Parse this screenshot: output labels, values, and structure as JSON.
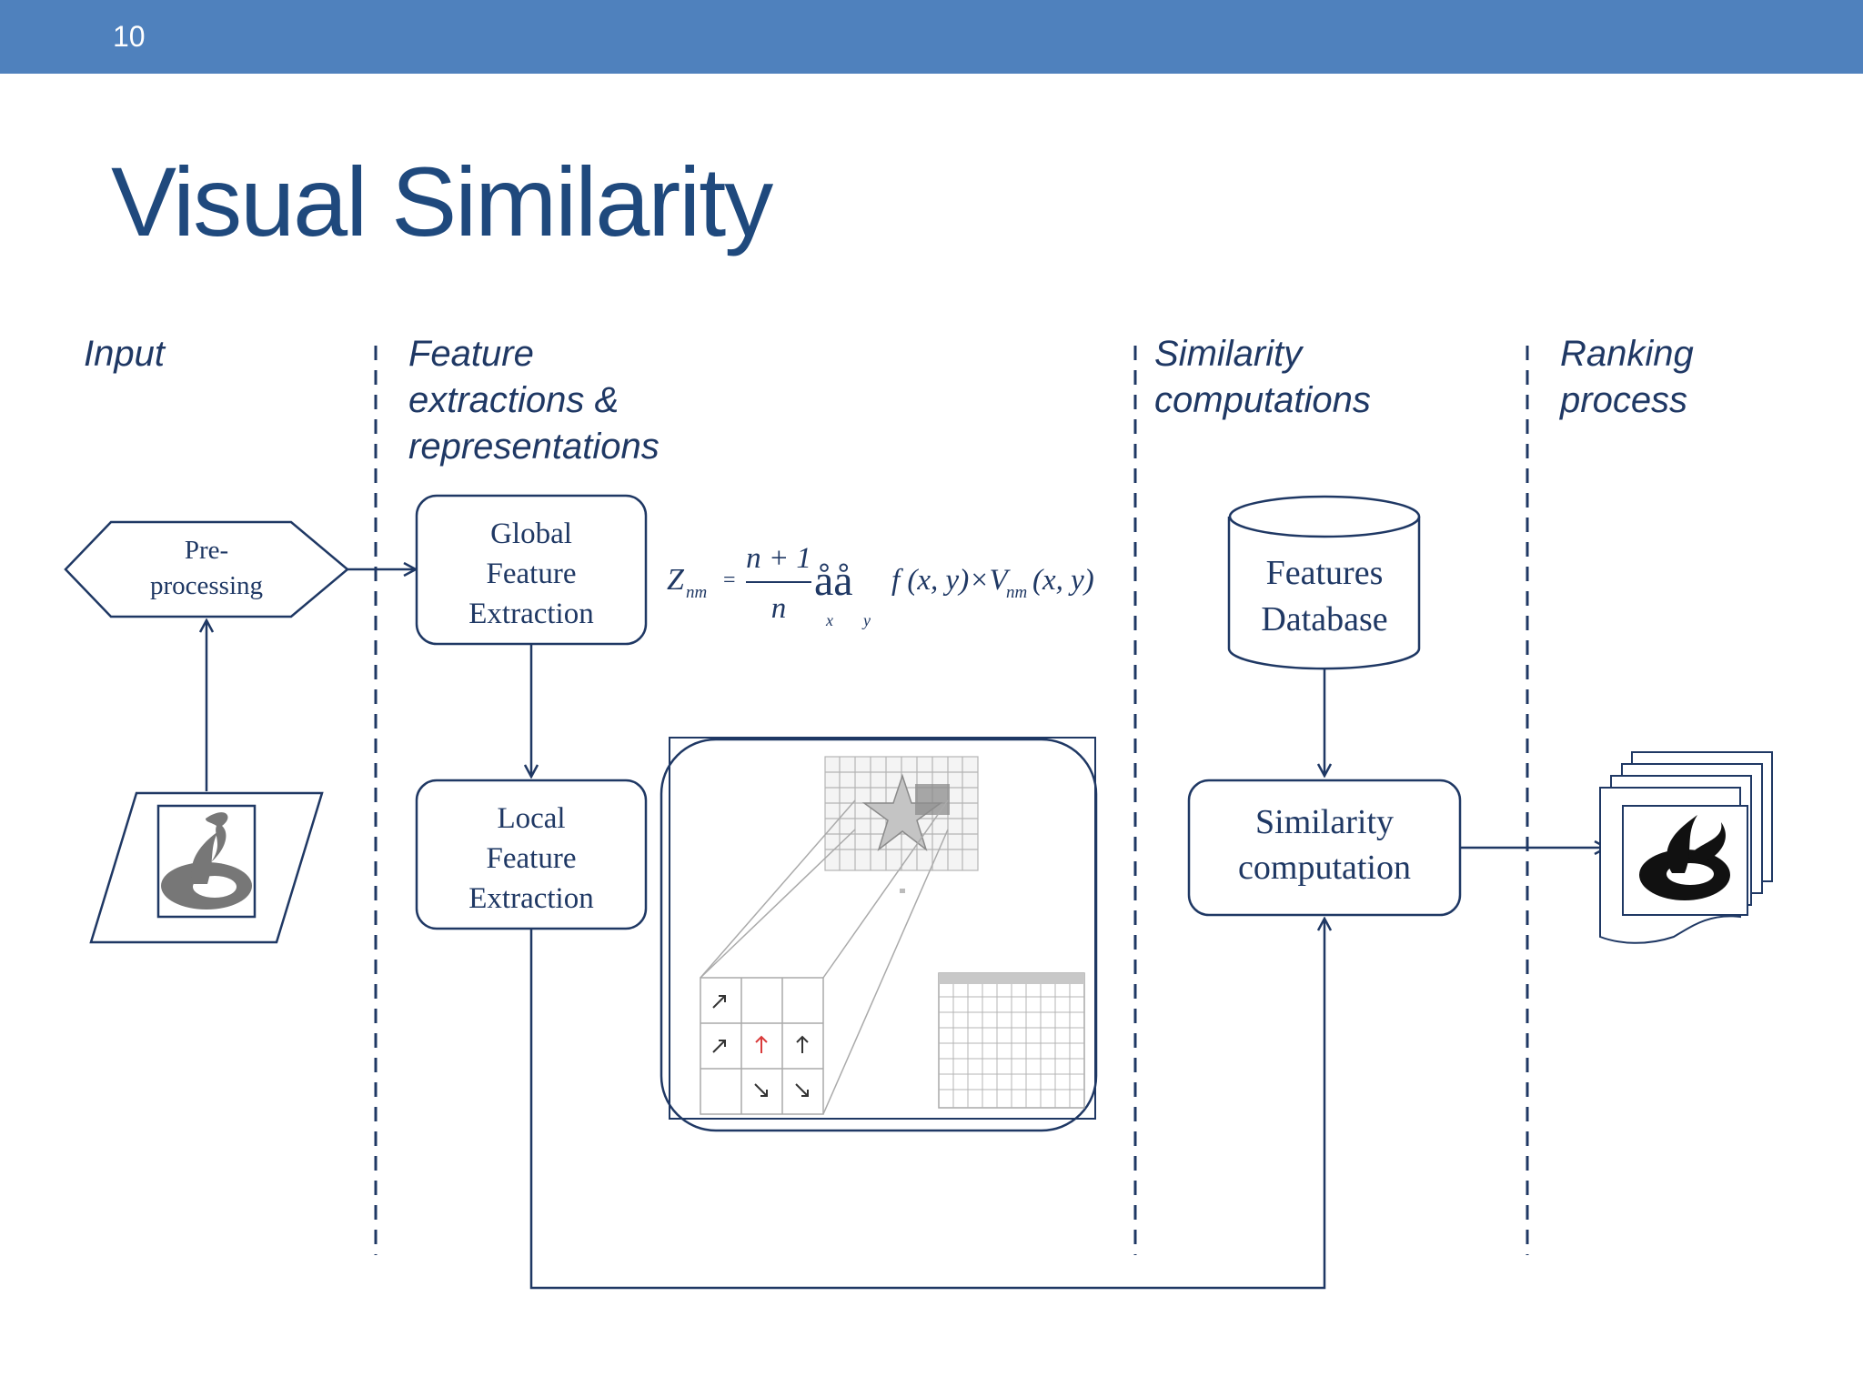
{
  "slide": {
    "number": "10",
    "title": "Visual Similarity"
  },
  "columns": [
    {
      "lines": [
        "Input"
      ]
    },
    {
      "lines": [
        "Feature",
        "extractions &",
        "representations"
      ]
    },
    {
      "lines": [
        "Similarity",
        "computations"
      ]
    },
    {
      "lines": [
        "Ranking",
        "process"
      ]
    }
  ],
  "nodes": {
    "preprocessing": [
      "Pre-",
      "processing"
    ],
    "global_feature": [
      "Global",
      "Feature",
      "Extraction"
    ],
    "local_feature": [
      "Local",
      "Feature",
      "Extraction"
    ],
    "features_db": [
      "Features",
      "Database"
    ],
    "similarity": [
      "Similarity",
      "computation"
    ]
  },
  "formula": {
    "lhs": "Z",
    "lhs_sub": "nm",
    "eq": "=",
    "num": "n + 1",
    "den": "n",
    "sums": "åå",
    "sum_sub_x": "x",
    "sum_sub_y": "y",
    "body1": "f (x, y)×V",
    "body_sub": "nm",
    "body2": "(x, y)"
  },
  "colors": {
    "header_bar": "#4f81bd",
    "title": "#1f497d",
    "ink": "#1f3864"
  }
}
